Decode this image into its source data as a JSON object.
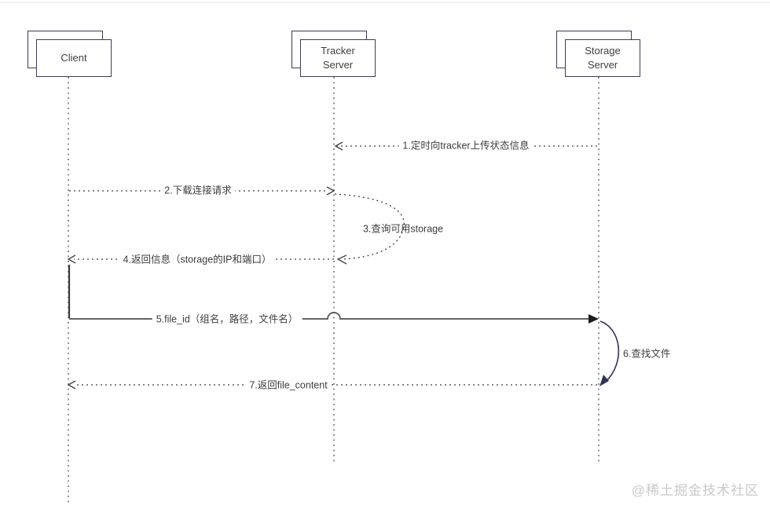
{
  "diagram": {
    "actors": [
      {
        "label": "Client"
      },
      {
        "label": "Tracker Server"
      },
      {
        "label": "Storage Server"
      }
    ],
    "messages": [
      {
        "label": "1.定时向tracker上传状态信息",
        "from": "Storage Server",
        "to": "Tracker Server",
        "line": "dotted",
        "arrow": "open"
      },
      {
        "label": "2.下载连接请求",
        "from": "Client",
        "to": "Tracker Server",
        "line": "dotted",
        "arrow": "open"
      },
      {
        "label": "3.查询可用storage",
        "from": "Tracker Server",
        "to": "Tracker Server",
        "line": "dotted",
        "arrow": "open"
      },
      {
        "label": "4.返回信息（storage的IP和端口）",
        "from": "Tracker Server",
        "to": "Client",
        "line": "dotted",
        "arrow": "open"
      },
      {
        "label": "5.file_id（组名，路径，文件名）",
        "from": "Client",
        "to": "Storage Server",
        "line": "solid",
        "arrow": "filled"
      },
      {
        "label": "6.查找文件",
        "from": "Storage Server",
        "to": "Storage Server",
        "line": "solid",
        "arrow": "filled"
      },
      {
        "label": "7.返回file_content",
        "from": "Storage Server",
        "to": "Client",
        "line": "dotted",
        "arrow": "open"
      }
    ],
    "watermark": "@稀土掘金技术社区",
    "colors": {
      "box_border": "#3d3c55",
      "dotted_line": "#3f3f3f",
      "solid_line": "#4f4f4f",
      "solid_arc": "#32315a",
      "text": "#3c3c3c",
      "watermark": "#c9c9c9"
    }
  }
}
